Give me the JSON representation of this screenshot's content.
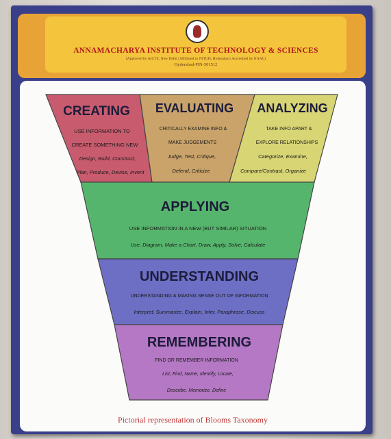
{
  "institution": {
    "name": "ANNAMACHARYA INSTITUTE OF TECHNOLOGY & SCIENCES",
    "approval": "(Approved by AICTE, New Delhi | Affiliated to JNTUH, Hyderabad | Accredited by NAAC)",
    "location": "Hyderabad-PIN-501512",
    "emblem_icon": "institute-emblem-icon"
  },
  "taxonomy": {
    "top": [
      {
        "title": "CREATING",
        "line1": "USE INFORMATION TO",
        "line2": "CREATE SOMETHING NEW",
        "verbs1": "Design, Build, Construct,",
        "verbs2": "Plan, Produce, Devise, Invent",
        "color": "#c85c6e"
      },
      {
        "title": "EVALUATING",
        "line1": "CRITICALLY EXAMINE INFO &",
        "line2": "MAKE JUDGEMENTS",
        "verbs1": "Judge, Test, Critique,",
        "verbs2": "Defend, Criticize",
        "color": "#c9a36a"
      },
      {
        "title": "ANALYZING",
        "line1": "TAKE INFO APART &",
        "line2": "EXPLORE RELATIONSHIPS",
        "verbs1": "Categorize, Examine,",
        "verbs2": "Compare/Contrast, Organize",
        "color": "#d8d574"
      }
    ],
    "applying": {
      "title": "APPLYING",
      "line1": "USE INFORMATION IN A NEW (BUT SIMILAR) SITUATION",
      "verbs": "Use, Diagram, Make a Chart, Draw, Apply, Solve, Calculate",
      "color": "#56b56c"
    },
    "understanding": {
      "title": "UNDERSTANDING",
      "line1": "UNDERSTANDING & MAKING SENSE OUT OF INFORMATION",
      "verbs": "Interpret, Summarize, Explain, Infer, Paraphrase, Discuss",
      "color": "#6c6fc4"
    },
    "remembering": {
      "title": "REMEMBERING",
      "line1": "FIND OR REMEMBER INFORMATION",
      "verbs1": "List, Find, Name, Identify, Locate,",
      "verbs2": "Describe, Memorize, Define",
      "color": "#b578c4"
    }
  },
  "caption": "Pictorial representation of Blooms Taxonomy"
}
